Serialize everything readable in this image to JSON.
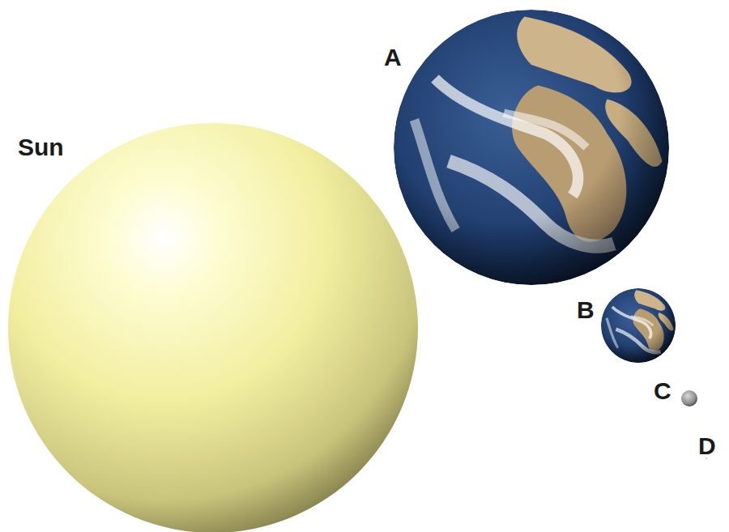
{
  "diagram": {
    "labels": [
      "Sun",
      "A",
      "B",
      "C",
      "D"
    ]
  }
}
